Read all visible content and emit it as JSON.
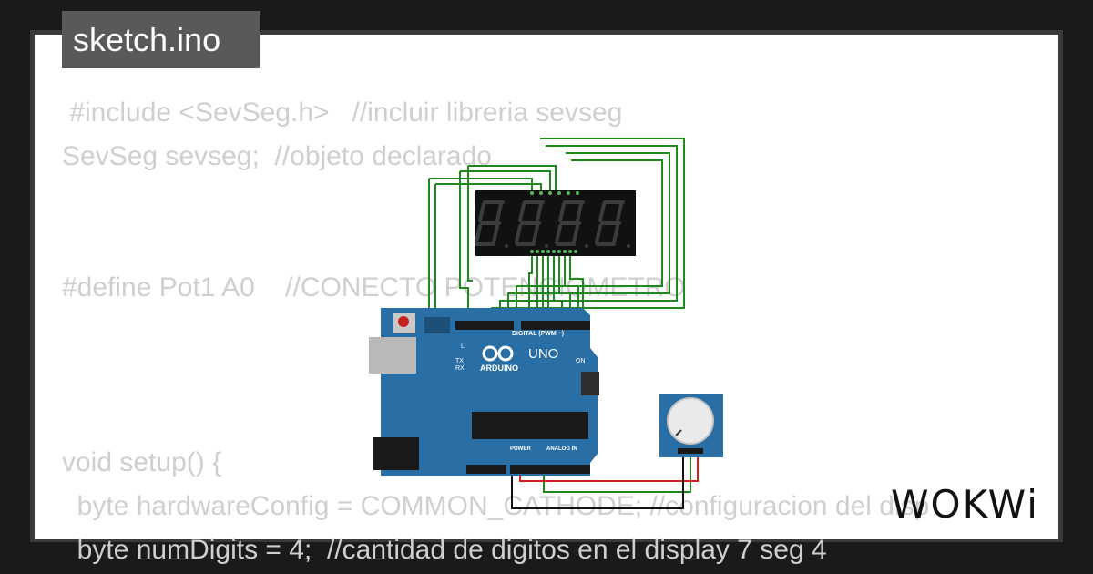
{
  "tab": {
    "filename": "sketch.ino"
  },
  "code_lines": [
    " #include <SevSeg.h>   //incluir libreria sevseg",
    "SevSeg sevseg;  //objeto declarado",
    "",
    "",
    "#define Pot1 A0    //CONECTO POTENCIOMETRO",
    "",
    "",
    "",
    "void setup() {",
    "  byte hardwareConfig = COMMON_CATHODE; //configuracion del disp",
    "  byte numDigits = 4;  //cantidad de digitos en el display 7 seg 4"
  ],
  "board": {
    "brand": "ARDUINO",
    "model": "UNO",
    "section_digital": "DIGITAL (PWM ~)",
    "section_power": "POWER",
    "section_analog": "ANALOG IN",
    "on_label": "ON",
    "tx_label": "TX",
    "rx_label": "RX",
    "l_label": "L"
  },
  "logo": {
    "text": "WOKWi"
  },
  "colors": {
    "board": "#2a6ea6",
    "wire_green": "#1e8a1e",
    "wire_red": "#d11f1f",
    "wire_black": "#111111",
    "display": "#111111",
    "segment": "#3c3c3c"
  }
}
